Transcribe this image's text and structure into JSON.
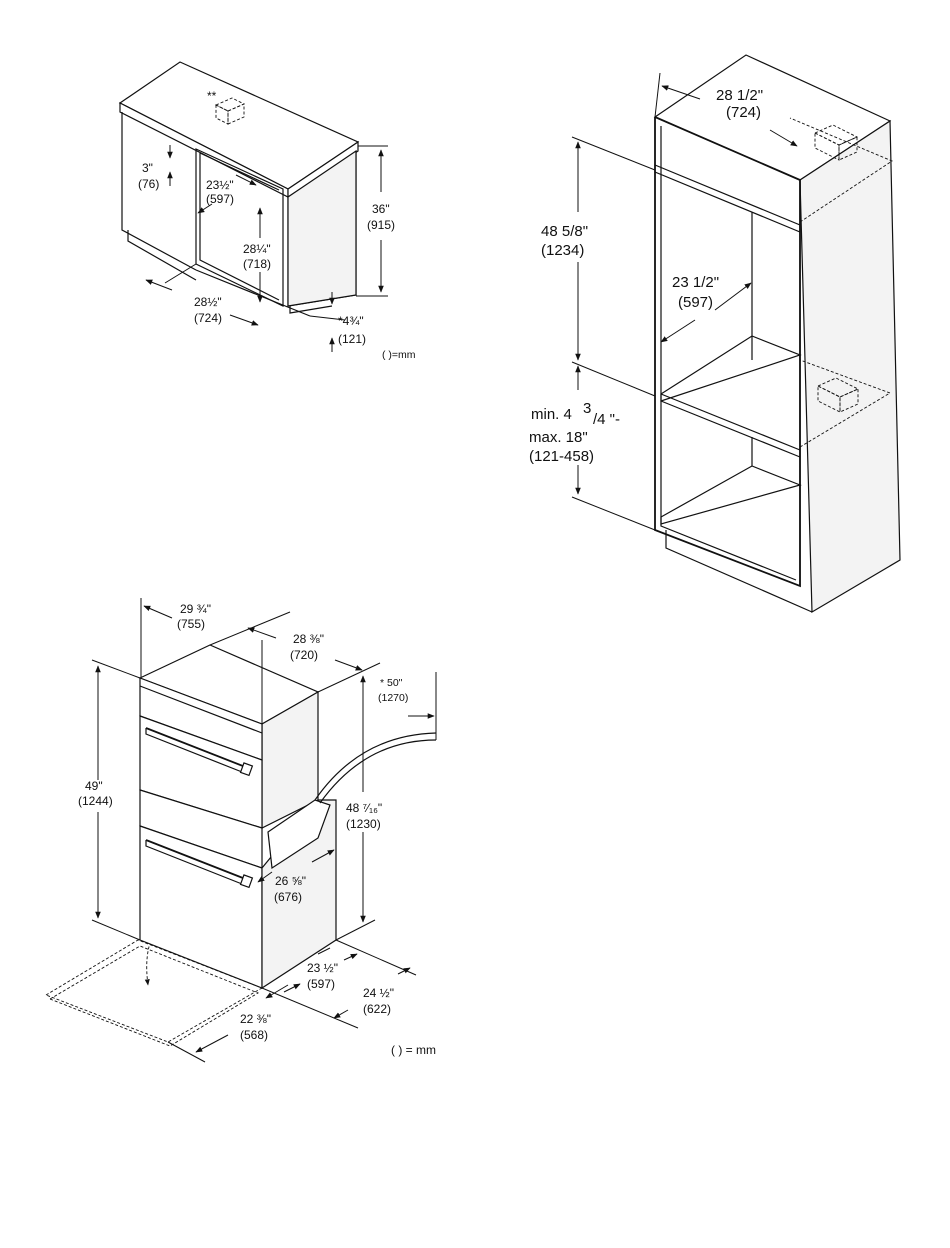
{
  "figure1": {
    "note_marker": "**",
    "dims": [
      {
        "in": "3\"",
        "mm": "(76)"
      },
      {
        "in": "23½\"",
        "mm": "(597)"
      },
      {
        "in": "28¼\"",
        "mm": "(718)"
      },
      {
        "in": "28½\"",
        "mm": "(724)"
      },
      {
        "in": "36\"",
        "mm": "(915)"
      },
      {
        "in": "*4¾\"",
        "mm": "(121)"
      }
    ],
    "units": "( )=mm"
  },
  "figure2": {
    "top_width": {
      "in": "28 1/2\"",
      "mm": "(724)"
    },
    "height": {
      "in": "48 5/8\"",
      "mm": "(1234)"
    },
    "depth": {
      "in": "23 1/2\"",
      "mm": "(597)"
    },
    "base_range": {
      "line1": "min. 4",
      "frac_num": "3",
      "frac_den": "/4 \"-",
      "line2": "max. 18\"",
      "line3": "(121-458)"
    }
  },
  "figure3": {
    "dims": [
      {
        "in": "29 ¾\"",
        "mm": "(755)"
      },
      {
        "in": "28 ⅜\"",
        "mm": "(720)"
      },
      {
        "in": "* 50\"",
        "mm": "(1270)"
      },
      {
        "in": "49\"",
        "mm": "(1244)"
      },
      {
        "in": "48 ⁷⁄₁₆\"",
        "mm": "(1230)"
      },
      {
        "in": "26 ⅝\"",
        "mm": "(676)"
      },
      {
        "in": "23 ½\"",
        "mm": "(597)"
      },
      {
        "in": "24 ½\"",
        "mm": "(622)"
      },
      {
        "in": "22 ⅜\"",
        "mm": "(568)"
      }
    ],
    "units": "( ) = mm"
  }
}
